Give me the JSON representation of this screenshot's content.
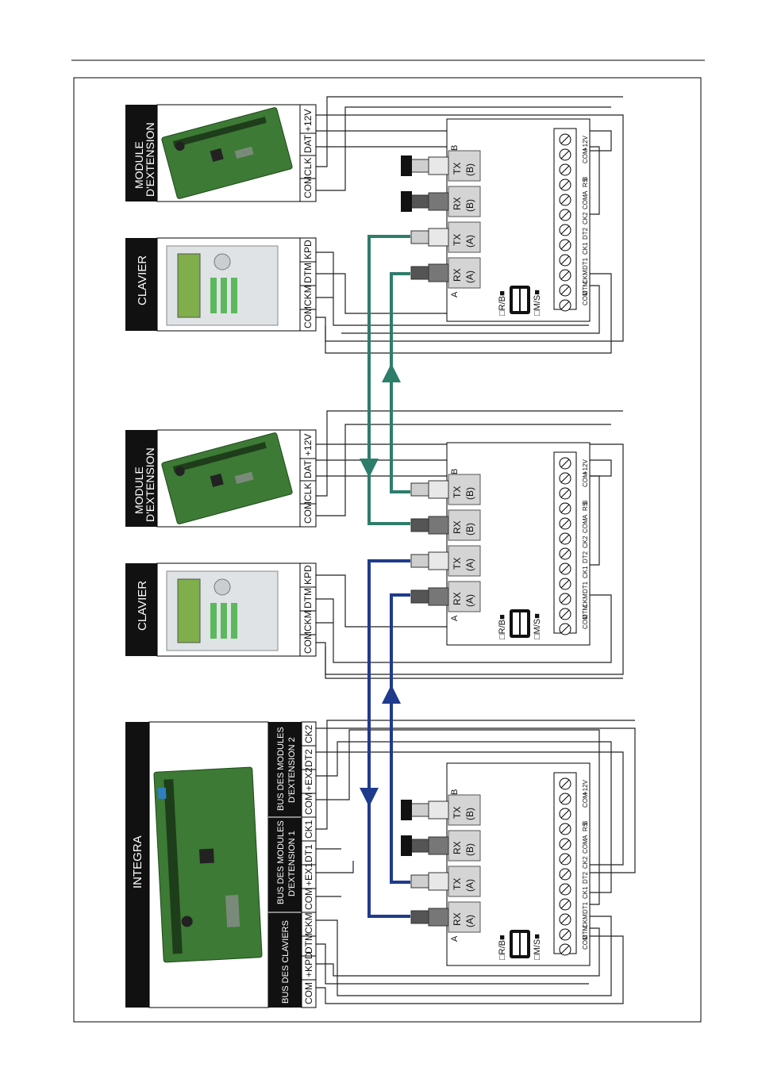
{
  "colors": {
    "link_green": "#2e7d6b",
    "link_blue": "#1f3b8c",
    "panel_black": "#111111",
    "pcb_green": "#3d7a35"
  },
  "integra": {
    "title": "INTEGRA",
    "bus_claviers": "BUS DES CLAVIERS",
    "bus_ext1_line1": "BUS DES MODULES",
    "bus_ext1_line2": "D'EXTENSION 1",
    "bus_ext2_line1": "BUS DES MODULES",
    "bus_ext2_line2": "D'EXTENSION 2",
    "terminals": [
      "COM",
      "+KPD",
      "DTM",
      "CKM",
      "COM",
      "+EX1",
      "DT1",
      "CK1",
      "COM",
      "+EX2",
      "DT2",
      "CK2"
    ]
  },
  "clavier": {
    "title": "CLAVIER",
    "terminals": [
      "COM",
      "CKM",
      "DTM",
      "KPD"
    ]
  },
  "module_ext": {
    "title_line1": "MODULE",
    "title_line2": "D'EXTENSION",
    "terminals": [
      "COM",
      "CLK",
      "DAT",
      "+12V"
    ]
  },
  "converter": {
    "port_rx": "RX",
    "port_tx": "TX",
    "ch_a": "(A)",
    "ch_b": "(B)",
    "side_a": "A",
    "side_b": "B",
    "jumper_rb": "R/B",
    "jumper_ms": "M/S",
    "terminal_labels": [
      "COM",
      "DTM",
      "CKM",
      "DT1",
      "CK1",
      "DT2",
      "CK2",
      "COM",
      "A",
      "RS",
      "B",
      "COM",
      "+12V"
    ]
  }
}
